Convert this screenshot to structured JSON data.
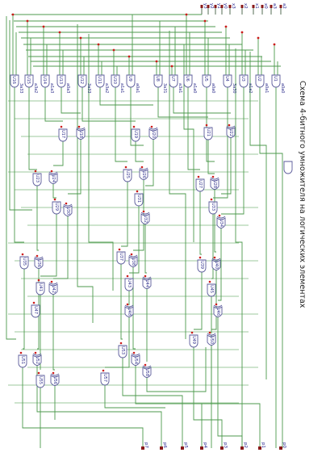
{
  "title": "Схема 4-битного умножителя на логических элементах",
  "inputs": [
    "y3",
    "y2",
    "y1",
    "y0",
    "x3",
    "x2",
    "x1",
    "x0",
    "a3",
    "a2"
  ],
  "outputs": [
    "p7",
    "p6",
    "p5",
    "p4",
    "p3",
    "p2",
    "p1",
    "p0"
  ],
  "and_gates": [
    {
      "name": "U16",
      "sub": "3a33"
    },
    {
      "name": "U15",
      "sub": "a3a2"
    },
    {
      "name": "U14",
      "sub": "a1a3"
    },
    {
      "name": "U13",
      "sub": "a0a3"
    },
    {
      "name": "U12",
      "sub": "3a33"
    },
    {
      "name": "U11",
      "sub": "a3a2"
    },
    {
      "name": "U10",
      "sub": "a1a1"
    },
    {
      "name": "U9",
      "sub": "a0a1"
    },
    {
      "name": "U8",
      "sub": "3a31"
    },
    {
      "name": "U7",
      "sub": "a3a1"
    },
    {
      "name": "U6",
      "sub": "a1a0"
    },
    {
      "name": "U5",
      "sub": "a0a0"
    },
    {
      "name": "U4",
      "sub": "3a30"
    },
    {
      "name": "U3",
      "sub": "a1a2"
    },
    {
      "name": "U2",
      "sub": "a0a1"
    },
    {
      "name": "U1",
      "sub": "a0a0"
    }
  ],
  "adder_gates": [
    "U17",
    "U18",
    "U19",
    "U20",
    "U21",
    "U22",
    "U23",
    "U24",
    "U25",
    "U26",
    "U27",
    "U28",
    "U29",
    "U30",
    "U31",
    "U32",
    "U33",
    "U34",
    "U35",
    "U36",
    "U37",
    "U38",
    "U39",
    "U40",
    "U41",
    "U42",
    "U43",
    "U44",
    "U45",
    "U46",
    "U47",
    "U48",
    "U49",
    "U50",
    "U51",
    "U52",
    "U53",
    "U54",
    "U55",
    "U56",
    "U57",
    "U58"
  ],
  "colors": {
    "wire": "#4c9a4c",
    "gate_outline": "#5a5a9a",
    "node": "#cc1a1a",
    "pin": "#8a1a1a",
    "text": "#222222"
  }
}
